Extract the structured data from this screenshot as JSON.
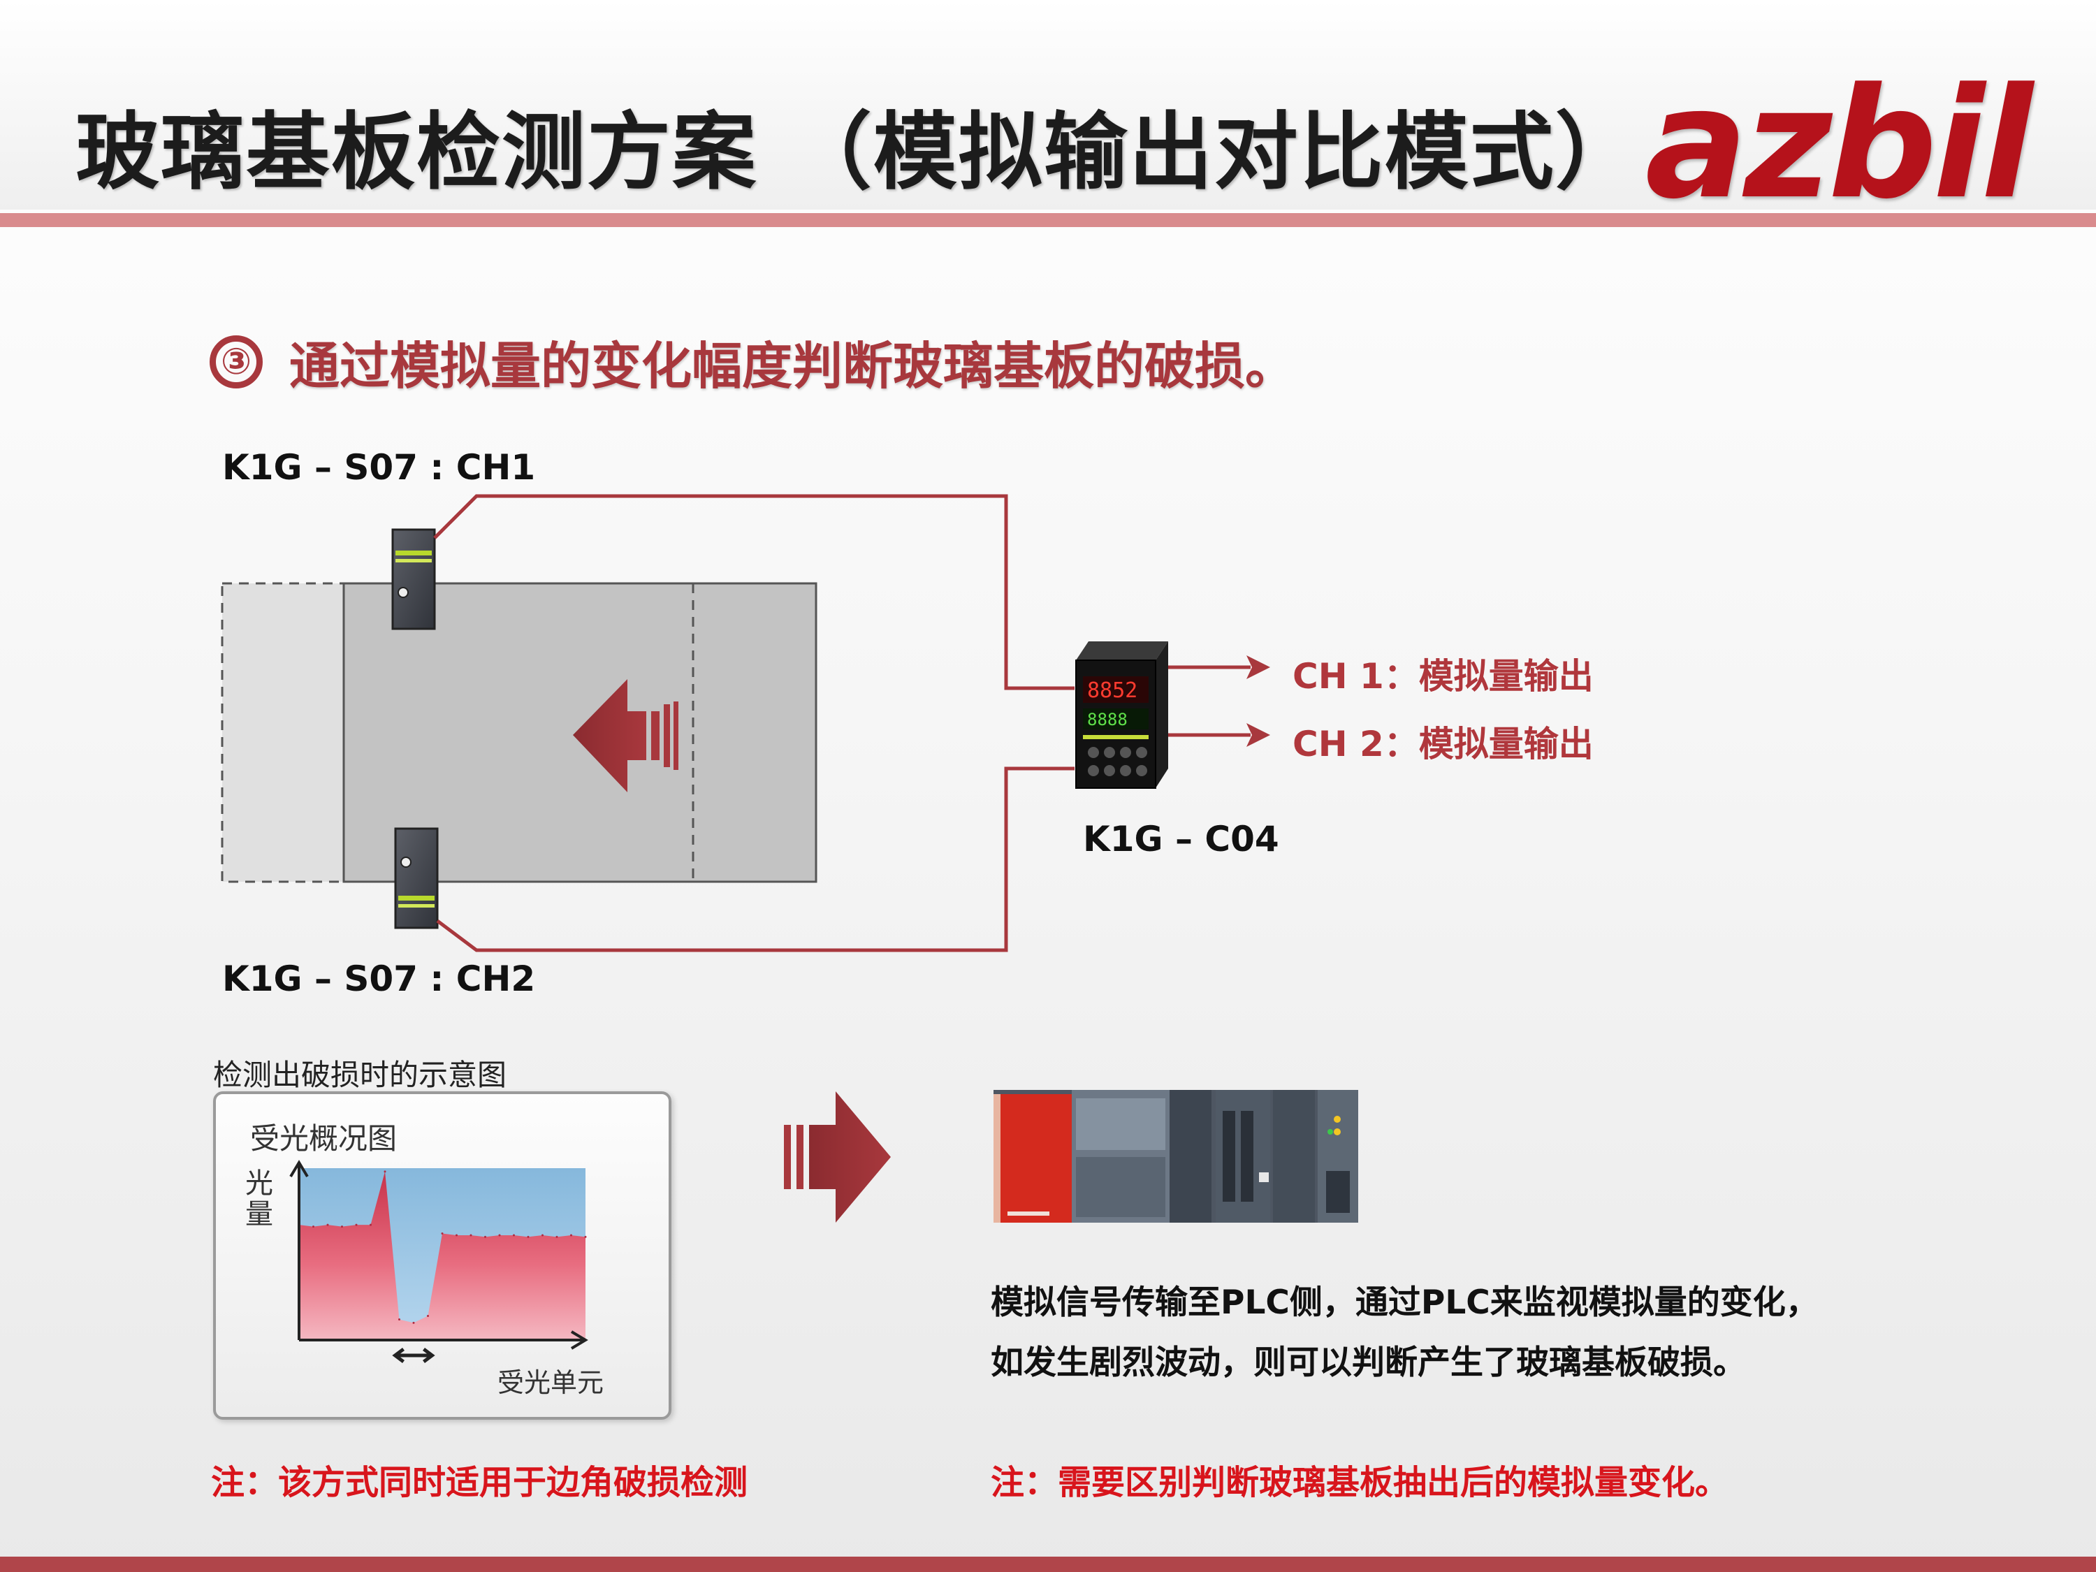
{
  "header": {
    "title": "玻璃基板检测方案 （模拟输出对比模式）",
    "logo_text": "azbil"
  },
  "step": {
    "number": "③",
    "text": "通过模拟量的变化幅度判断玻璃基板的破损。"
  },
  "diagram": {
    "sensor_ch1_label": "K1G – S07 : CH1",
    "sensor_ch2_label": "K1G – S07 : CH2",
    "controller_label": "K1G – C04",
    "output_ch1": "CH 1：模拟量输出",
    "output_ch2": "CH 2：模拟量输出"
  },
  "detection": {
    "caption": "检测出破损时的示意图",
    "chart_title": "受光概况图",
    "y_label": "光量",
    "x_label": "受光单元"
  },
  "chart_data": {
    "type": "area",
    "title": "受光概况图",
    "ylabel": "光量",
    "xlabel": "受光单元",
    "x": [
      0,
      5,
      10,
      15,
      20,
      25,
      30,
      35,
      40,
      45,
      50,
      55,
      60,
      65,
      70,
      75,
      80,
      85,
      90,
      95,
      100
    ],
    "values": [
      67,
      66,
      67,
      66,
      67,
      67,
      98,
      12,
      10,
      14,
      62,
      61,
      61,
      60,
      61,
      61,
      60,
      61,
      60,
      61,
      60
    ],
    "ylim": [
      0,
      100
    ],
    "grid": false
  },
  "plc": {
    "description_line1": "模拟信号传输至PLC侧，通过PLC来监视模拟量的变化，",
    "description_line2": "如发生剧烈波动，则可以判断产生了玻璃基板破损。"
  },
  "notes": {
    "left": "注：该方式同时适用于边角破损检测",
    "right": "注：需要区别判断玻璃基板抽出后的模拟量变化。"
  },
  "colors": {
    "accent": "#a8383d",
    "note_red": "#d8151c",
    "header_rule": "#d98b8d",
    "logo_red": "#b5121b"
  }
}
